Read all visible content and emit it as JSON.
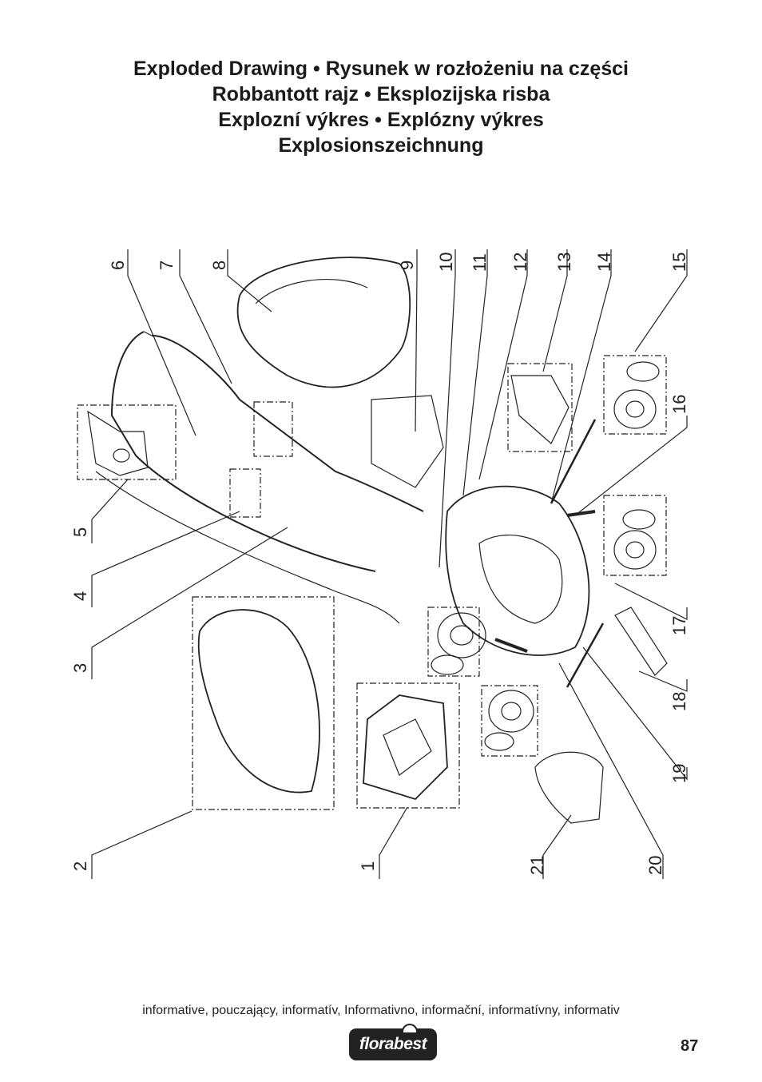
{
  "title": {
    "lines": [
      "Exploded Drawing • Rysunek w rozłożeniu na części",
      "Robbantott rajz  • Eksplozijska risba",
      "Explozní výkres • Explózny výkres",
      "Explosionszeichnung"
    ]
  },
  "callouts": [
    "6",
    "7",
    "8",
    "9",
    "10",
    "11",
    "12",
    "13",
    "14",
    "15",
    "16",
    "17",
    "18",
    "19",
    "20",
    "21",
    "1",
    "2",
    "3",
    "4",
    "5"
  ],
  "footer": {
    "text": "informative, pouczający, informatív, Informativno, informační, informatívny, informativ"
  },
  "logo": {
    "text": "florabest"
  },
  "page_number": "87"
}
